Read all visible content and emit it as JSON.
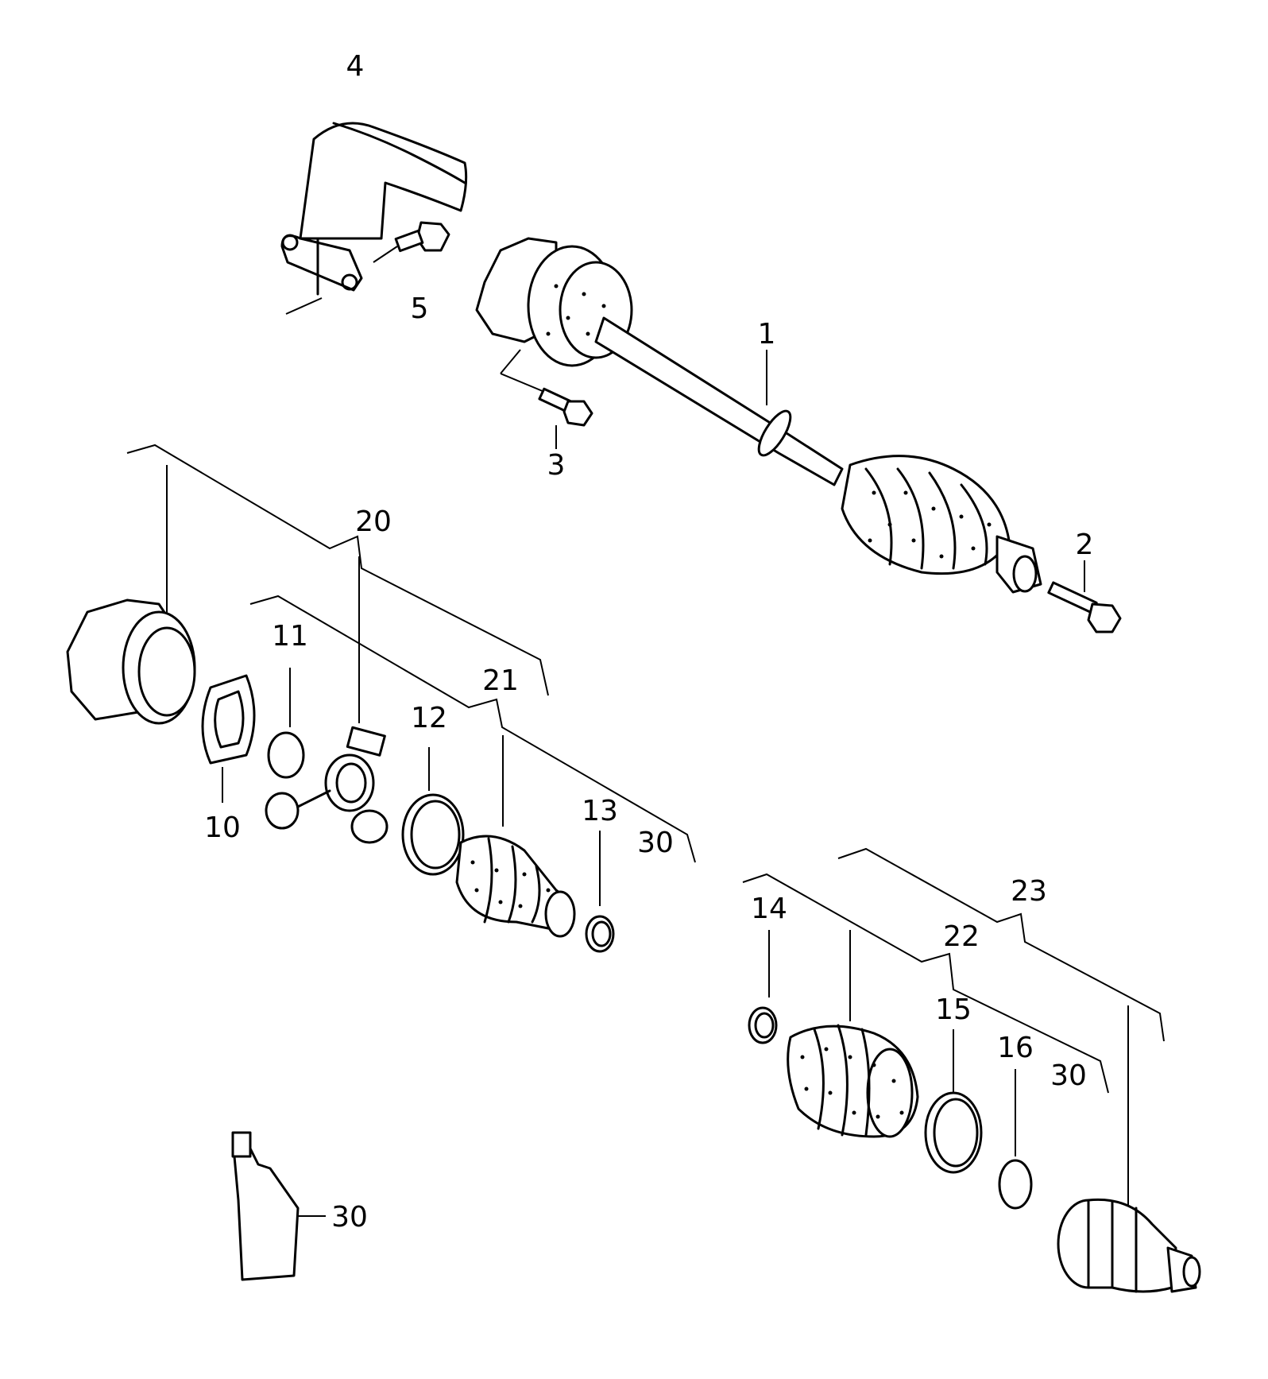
{
  "callouts": {
    "c1": "1",
    "c2": "2",
    "c3": "3",
    "c4": "4",
    "c5": "5",
    "c10": "10",
    "c11": "11",
    "c12": "12",
    "c13": "13",
    "c14": "14",
    "c15": "15",
    "c16": "16",
    "c20": "20",
    "c21": "21",
    "c22": "22",
    "c23": "23",
    "c30a": "30",
    "c30b": "30",
    "c30c": "30"
  }
}
